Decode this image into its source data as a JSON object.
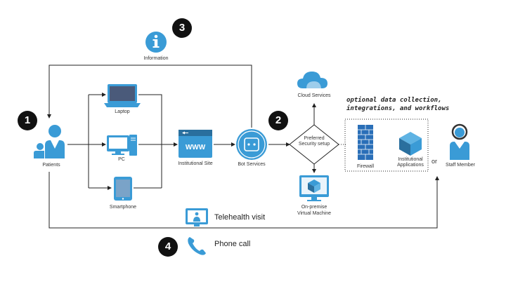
{
  "labels": {
    "information": "Information",
    "patients": "Patients",
    "laptop": "Laptop",
    "pc": "PC",
    "smartphone": "Smartphone",
    "institutional_site": "Institutional Site",
    "www": "WWW",
    "bot_services": "Bot Services",
    "preferred_security_line1": "Preferred",
    "preferred_security_line2": "Security setup",
    "cloud_services": "Cloud Services",
    "on_premise_line1": "On-premise",
    "on_premise_line2": "Virtual Machine",
    "firewall": "Firewall",
    "institutional_apps_line1": "Institutional",
    "institutional_apps_line2": "Applications",
    "or": "or",
    "staff_member": "Staff Member",
    "telehealth_visit": "Telehealth visit",
    "phone_call": "Phone call",
    "optional_line1": "optional data collection,",
    "optional_line2": "integrations, and workflows"
  },
  "badges": {
    "b1": "1",
    "b2": "2",
    "b3": "3",
    "b4": "4"
  },
  "colors": {
    "icon_blue": "#3a9bd6",
    "icon_dark": "#2a6f9e",
    "laptop_screen": "#4a5a7a",
    "firewall_blue": "#2a6fb8",
    "line": "#222222"
  },
  "icons": [
    "info-icon",
    "patients-icon",
    "laptop-icon",
    "pc-icon",
    "smartphone-icon",
    "browser-icon",
    "bot-icon",
    "cloud-icon",
    "vm-icon",
    "firewall-icon",
    "cube-icon",
    "staff-icon",
    "telehealth-icon",
    "phone-icon"
  ]
}
